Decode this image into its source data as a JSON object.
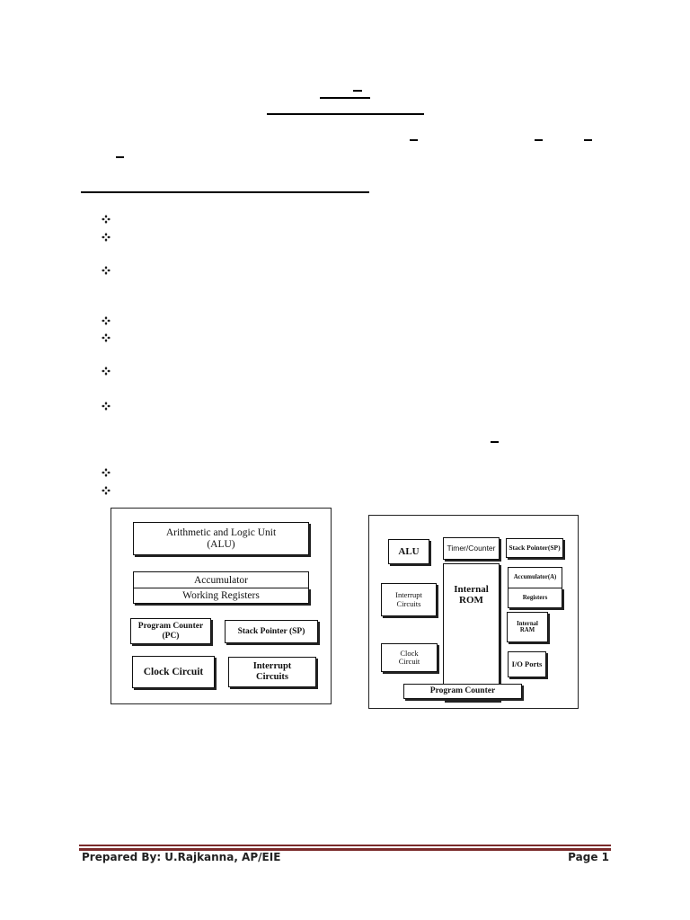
{
  "diagram_left": {
    "alu": "Arithmetic and Logic Unit\n(ALU)",
    "accumulator": "Accumulator",
    "working_registers": "Working Registers",
    "program_counter": "Program Counter\n(PC)",
    "stack_pointer": "Stack Pointer (SP)",
    "clock_circuit": "Clock Circuit",
    "interrupt_circuits": "Interrupt\nCircuits"
  },
  "diagram_right": {
    "alu": "ALU",
    "timer_counter": "Timer/Counter",
    "stack_pointer": "Stack Pointer(SP)",
    "accumulator": "Accumulator(A)",
    "registers": "Registers",
    "interrupt_circuits": "Interrupt\nCircuits",
    "internal_rom": "Internal\nROM",
    "internal_ram": "Internal\nRAM",
    "clock_circuit": "Clock\nCircuit",
    "io_ports": "I/O Ports",
    "program_counter": "Program Counter"
  },
  "footer": {
    "prepared_by": "Prepared By: U.Rajkanna, AP/EIE",
    "page": "Page 1"
  }
}
